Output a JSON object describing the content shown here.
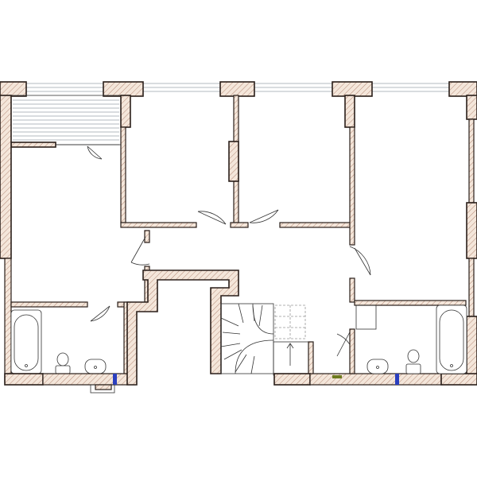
{
  "plan": {
    "title": "",
    "colors": {
      "background": "#ffffff",
      "wall_fill": "#f4e6da",
      "hatch": "#b48a78",
      "wall_outline": "#2a1f1a",
      "thin_line": "#333333",
      "window_line": "#9aa3aa",
      "fixture_fill": "#ffffff",
      "water_pipe": "#2a3fbf",
      "utility_box": "#6d7a1e",
      "stair_dash": "#999999"
    },
    "rooms": [
      {
        "id": "balcony",
        "type": "balcony"
      },
      {
        "id": "bedroom-small",
        "type": "room"
      },
      {
        "id": "bedroom-middle",
        "type": "room"
      },
      {
        "id": "bedroom-right",
        "type": "room"
      },
      {
        "id": "living-left",
        "type": "room"
      },
      {
        "id": "hall",
        "type": "hall"
      },
      {
        "id": "bathroom-left",
        "type": "bathroom"
      },
      {
        "id": "bathroom-right",
        "type": "bathroom"
      },
      {
        "id": "staircase",
        "type": "stairs"
      }
    ],
    "fixtures": [
      "bathtub-icon",
      "toilet-icon",
      "sink-icon",
      "bathtub-icon",
      "toilet-icon",
      "sink-icon",
      "water-pipe-icon",
      "water-pipe-icon",
      "utility-box-icon"
    ]
  }
}
